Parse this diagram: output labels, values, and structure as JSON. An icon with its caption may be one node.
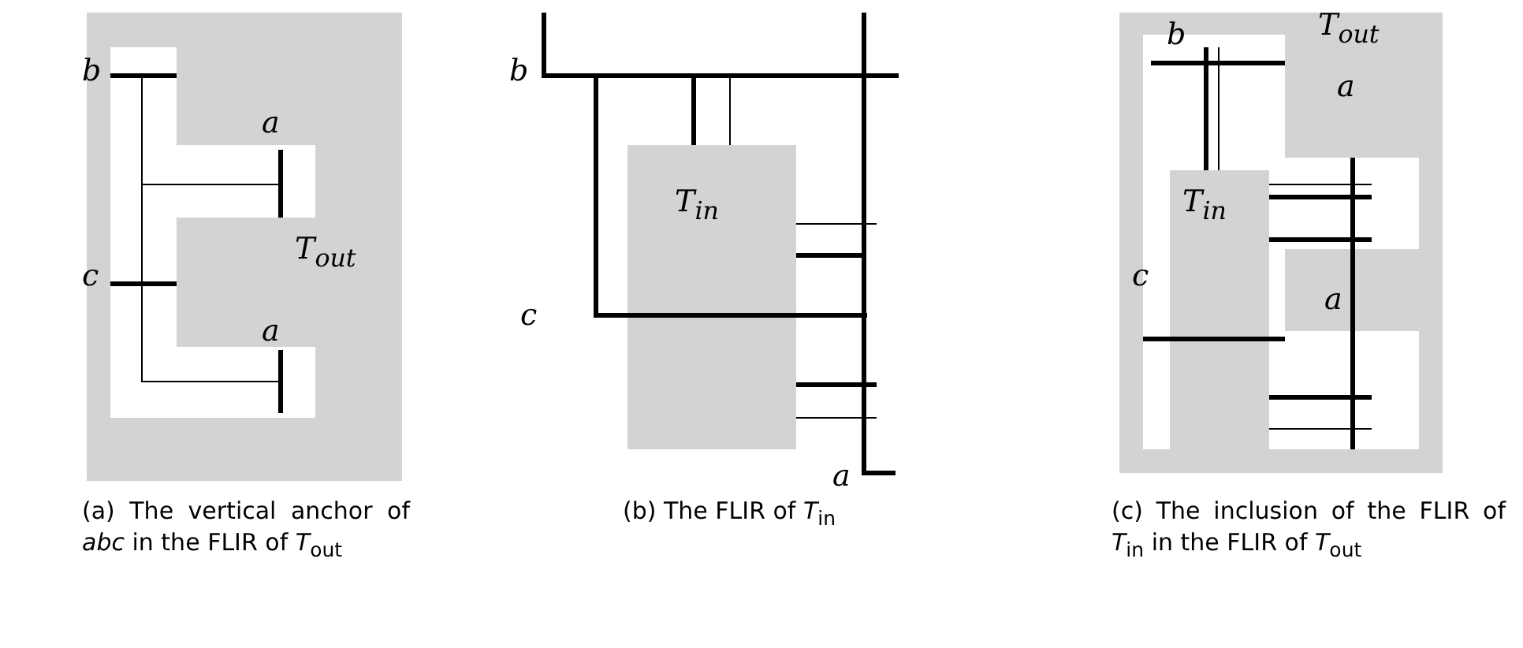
{
  "diagram": {
    "labels": [
      "b",
      "a",
      "T$_{out}$",
      "c",
      "a",
      "b",
      "T$_{in}$",
      "c",
      "a",
      "b",
      "T$_{out}$",
      "a",
      "T$_{in}$",
      "c",
      "a",
      "(a) The vertical anchor of *abc* in the FLIR of *T*$_{out}$",
      "(b) The FLIR of *T*$_{in}$",
      "(c) The inclusion of the FLIR of *T*$_{in}$ in the FLIR of *T*$_{out}$"
    ]
  }
}
